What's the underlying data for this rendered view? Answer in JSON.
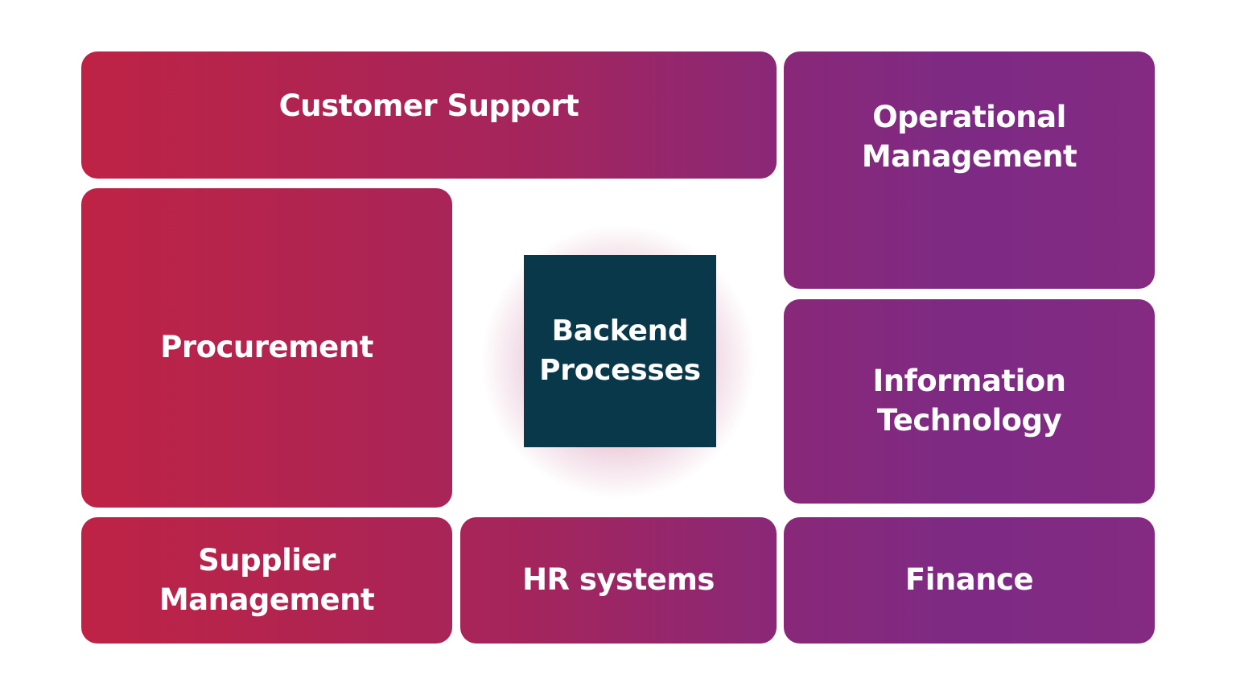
{
  "diagram": {
    "center": {
      "line1": "Backend",
      "line2": "Processes"
    },
    "tiles": {
      "customer_support": "Customer Support",
      "operational_management": {
        "line1": "Operational",
        "line2": "Management"
      },
      "procurement": "Procurement",
      "information_technology": {
        "line1": "Information",
        "line2": "Technology"
      },
      "supplier_management": {
        "line1": "Supplier",
        "line2": "Management"
      },
      "hr_systems": "HR systems",
      "finance": "Finance"
    },
    "colors": {
      "gradient_start": "#be2345",
      "gradient_end": "#7d2a84",
      "center_box": "#083849",
      "text": "#ffffff"
    }
  }
}
